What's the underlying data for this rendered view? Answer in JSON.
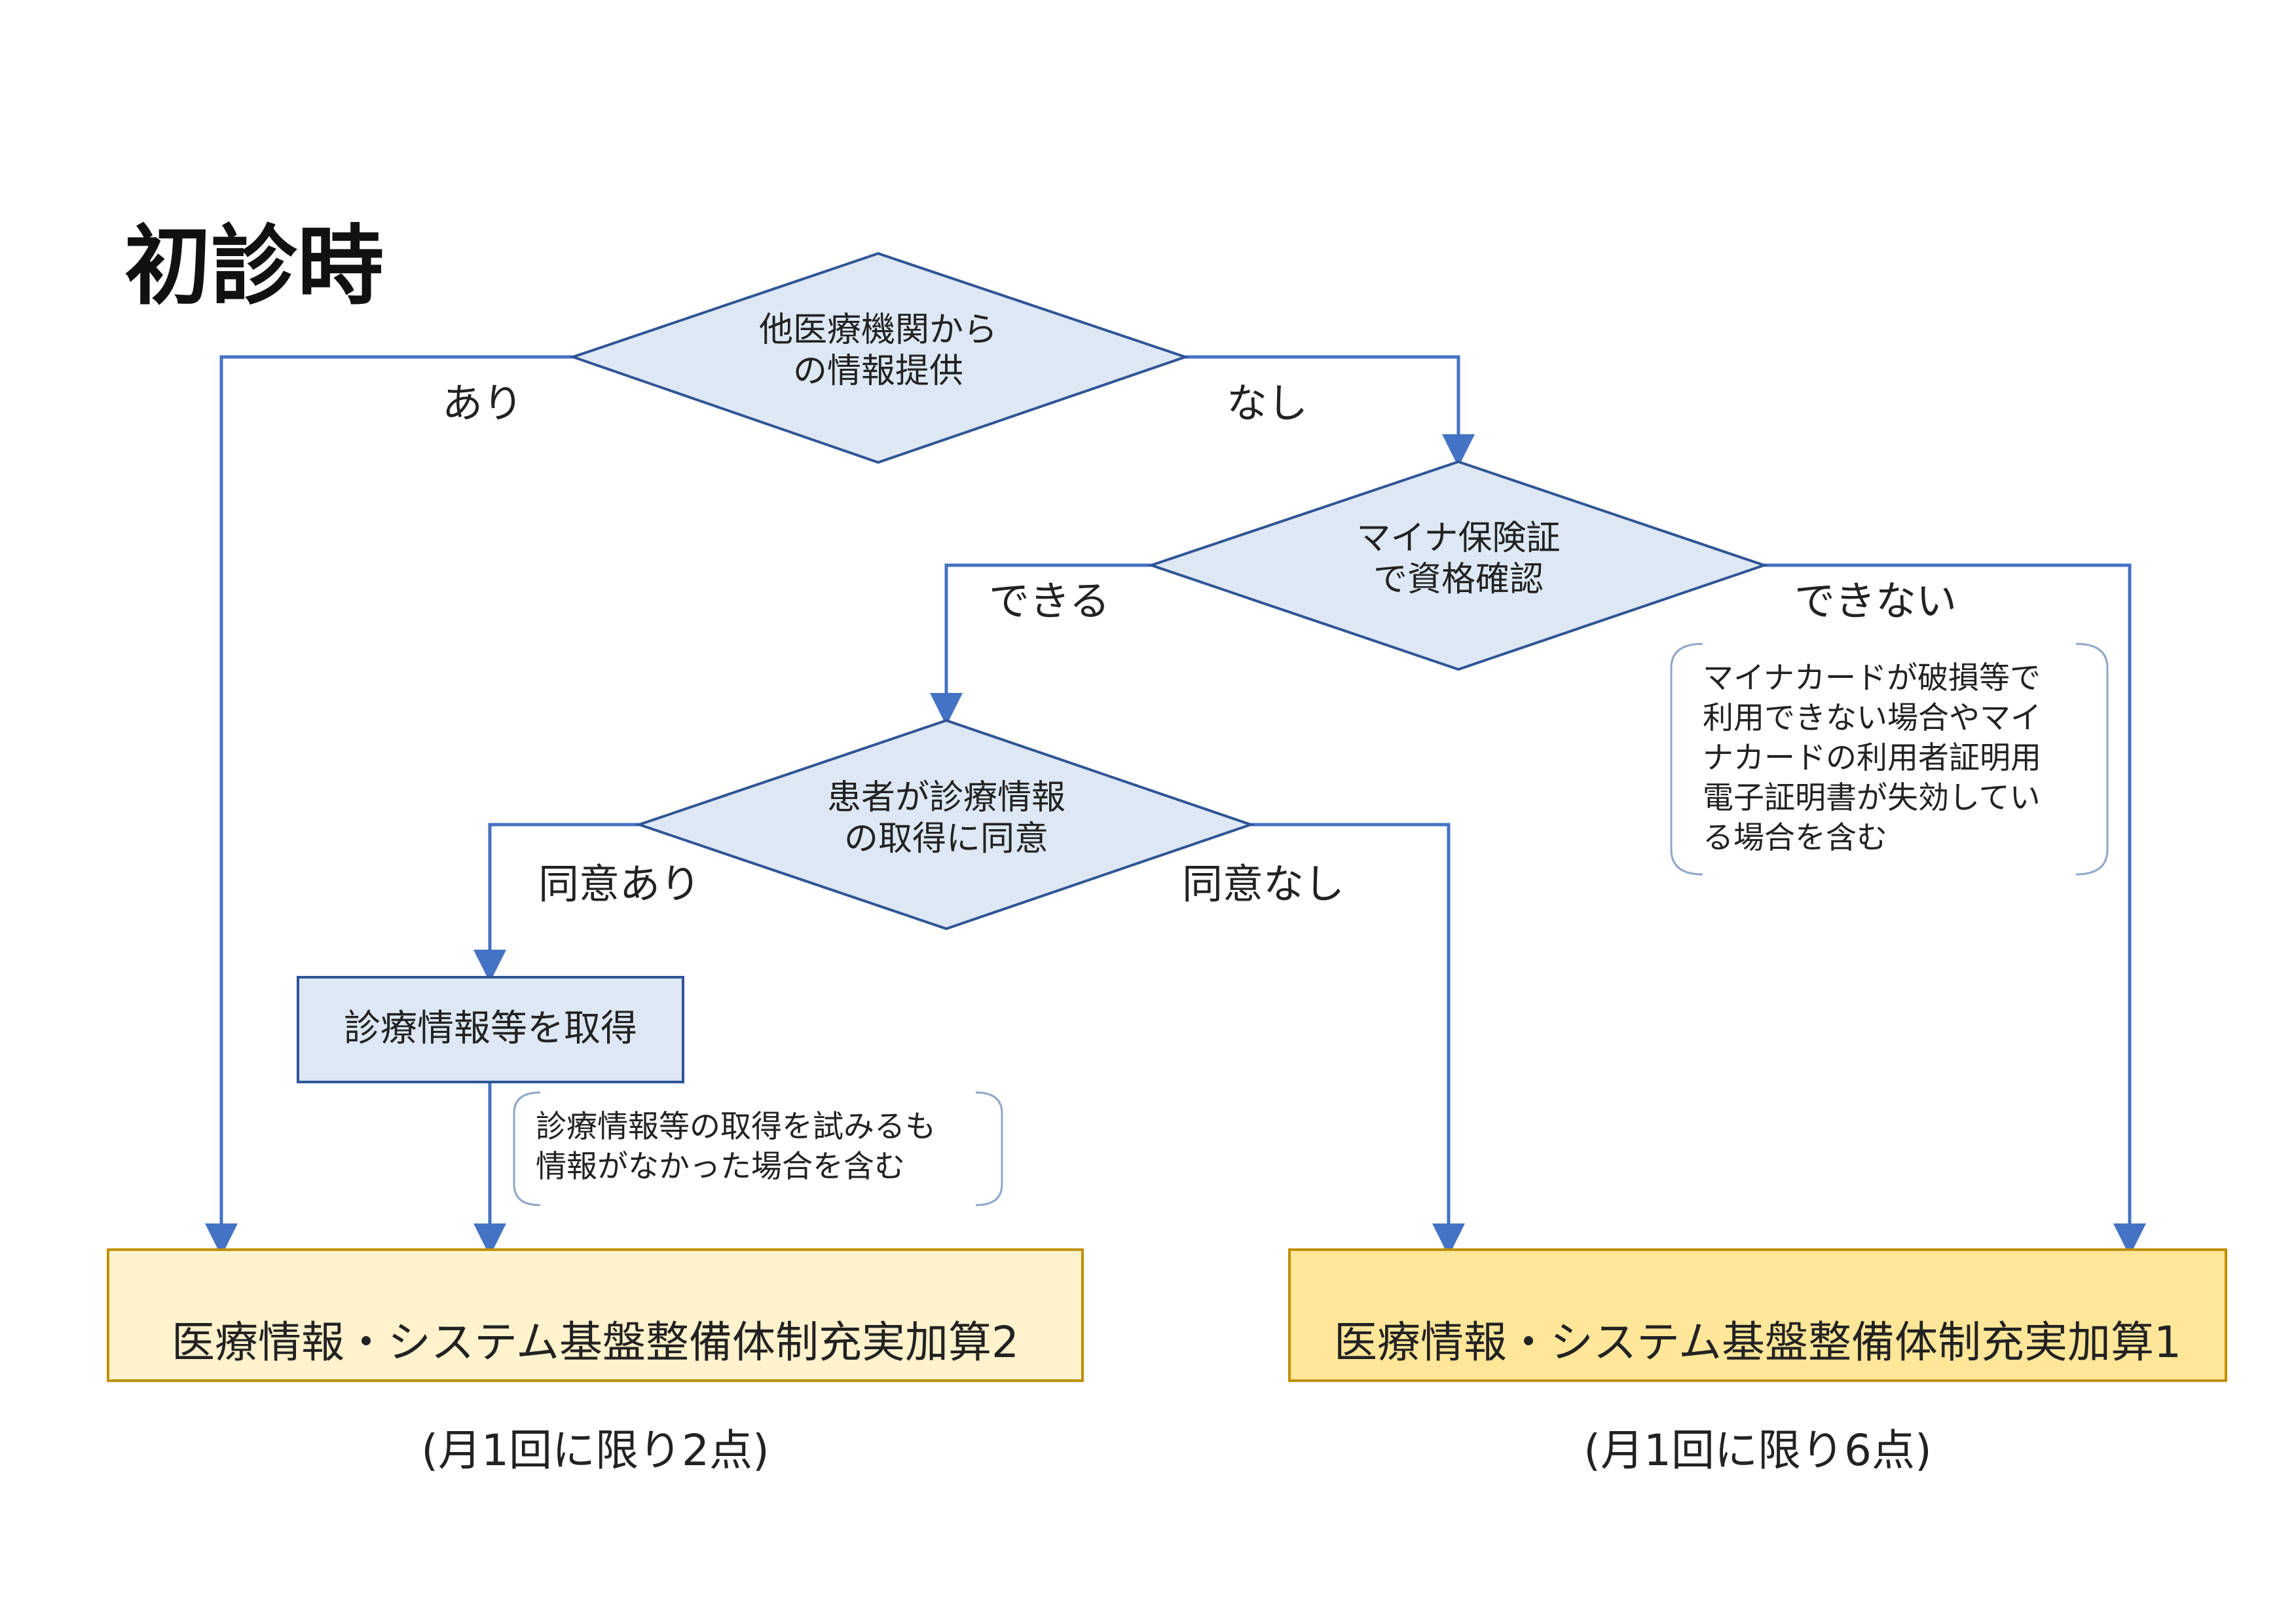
{
  "title": "初診時",
  "colors": {
    "line": "#4472c4",
    "diamond_fill": "#dde8f4",
    "diamond_stroke": "#2f5496",
    "box_fill": "#dde8f4",
    "box_stroke": "#2f5496",
    "result2_fill": "#fff2cc",
    "result1_fill": "#ffe699",
    "result_stroke": "#bf9000",
    "note_stroke": "#8fa6c8"
  },
  "decisions": {
    "d1": "他医療機関から\nの情報提供",
    "d2": "マイナ保険証\nで資格確認",
    "d3": "患者が診療情報\nの取得に同意"
  },
  "edges": {
    "d1_yes": "あり",
    "d1_no": "なし",
    "d2_yes": "できる",
    "d2_no": "できない",
    "d3_yes": "同意あり",
    "d3_no": "同意なし"
  },
  "process": {
    "acquire": "診療情報等を取得"
  },
  "notes": {
    "acquire_note": "診療情報等の取得を試みるも\n情報がなかった場合を含む",
    "card_note": "マイナカードが破損等で\n利用できない場合やマイ\nナカードの利用者証明用\n電子証明書が失効してい\nる場合を含む"
  },
  "results": {
    "r2_line1": "医療情報・システム基盤整備体制充実加算2",
    "r2_line2": "(月1回に限り2点)",
    "r1_line1": "医療情報・システム基盤整備体制充実加算1",
    "r1_line2": "(月1回に限り6点)"
  }
}
